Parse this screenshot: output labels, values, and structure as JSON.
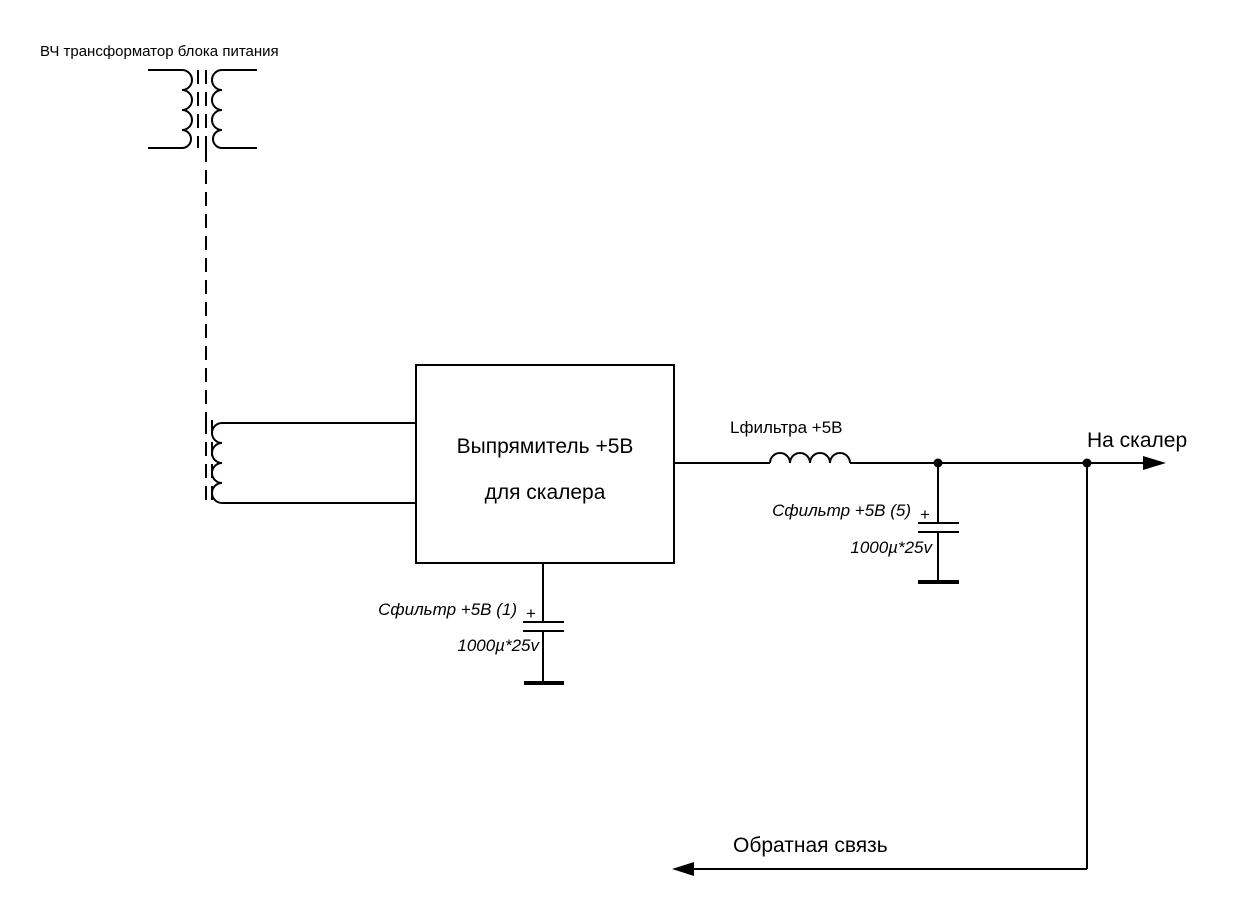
{
  "transformer": {
    "title": "ВЧ трансформатор блока питания"
  },
  "rectifier": {
    "line1": "Выпрямитель +5В",
    "line2": "для скалера"
  },
  "inductor": {
    "label": "Lфильтра +5В"
  },
  "cap1": {
    "label": "Сфильтр +5В (1)",
    "polarity": "+",
    "value": "1000µ*25v"
  },
  "cap5": {
    "label": "Сфильтр +5В (5)",
    "polarity": "+",
    "value": "1000µ*25v"
  },
  "outputs": {
    "scaler": "На скалер",
    "feedback": "Обратная связь"
  }
}
